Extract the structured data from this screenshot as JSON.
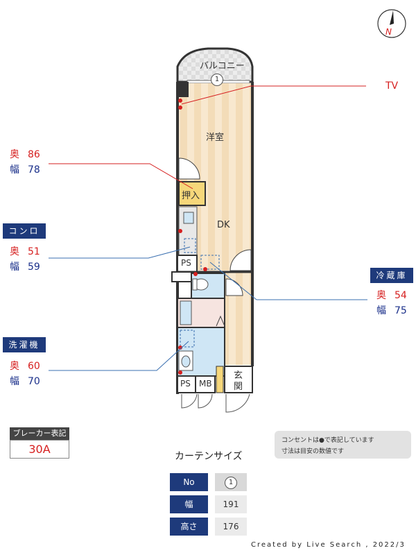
{
  "plan": {
    "balcony_label": "バルコニー",
    "balcony_no": "1",
    "western_room": "洋室",
    "closet": "押入",
    "dk": "DK",
    "ps_top": "PS",
    "ps_bottom": "PS",
    "mb": "MB",
    "entrance_1": "玄",
    "entrance_2": "関",
    "compass": "N"
  },
  "callouts": {
    "tv": "TV",
    "closet": {
      "depth_key": "奥",
      "depth": "86",
      "width_key": "幅",
      "width": "78"
    },
    "stove": {
      "title": "コンロ",
      "depth_key": "奥",
      "depth": "51",
      "width_key": "幅",
      "width": "59"
    },
    "fridge": {
      "title": "冷蔵庫",
      "depth_key": "奥",
      "depth": "54",
      "width_key": "幅",
      "width": "75"
    },
    "washer": {
      "title": "洗濯機",
      "depth_key": "奥",
      "depth": "60",
      "width_key": "幅",
      "width": "70"
    }
  },
  "breaker": {
    "title": "ブレーカー表記",
    "value": "30A"
  },
  "note": {
    "line1": "コンセントは●で表記しています",
    "line2": "寸法は目安の数値です"
  },
  "curtain": {
    "title": "カーテンサイズ",
    "no_key": "No",
    "no_val": "1",
    "width_key": "幅",
    "width_val": "191",
    "height_key": "高さ",
    "height_val": "176"
  },
  "credit": "Created by Live Search , 2022/3",
  "colors": {
    "accent_navy": "#1e3a7b",
    "outlet_red": "#d62020",
    "floor_wood": "#f3dcb8",
    "wet_area_blue": "#cfe6f5",
    "closet_yellow": "#f6d77a"
  }
}
